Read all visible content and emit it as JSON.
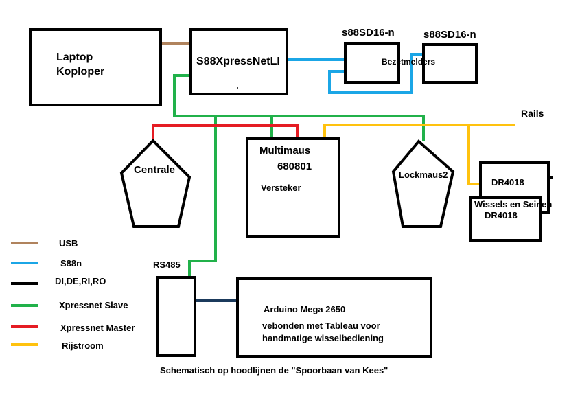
{
  "colors": {
    "usb": "#b0835d",
    "s88n": "#1ba6e6",
    "di_de_ri_ro": "#000000",
    "xpressnet_slave": "#21b14a",
    "xpressnet_master": "#e51c23",
    "rijstroom": "#ffc20e",
    "rs485_link": "#1b3a5c"
  },
  "blocks": {
    "laptop": [
      "Laptop",
      "Koploper"
    ],
    "interface": "S88XpressNetLI",
    "s88_module_1": "s88SD16-n",
    "s88_module_2": "s88SD16-n",
    "s88_caption": "Bezetmelders",
    "centrale": "Centrale",
    "multimaus": [
      "Multimaus",
      "680801"
    ],
    "versteker": "Versteker",
    "lockmaus": "Lockmaus2",
    "rails": "Rails",
    "dr4018_top": "DR4018",
    "dr4018_bottom": "DR4018",
    "wissels_caption": "Wissels en Seinen",
    "rs485": "RS485",
    "arduino": [
      "Arduino Mega 2650",
      "vebonden met Tableau voor",
      "handmatige wisselbediening"
    ]
  },
  "legend": [
    {
      "label": "USB",
      "color": "#b0835d"
    },
    {
      "label": "S88n",
      "color": "#1ba6e6"
    },
    {
      "label": "DI,DE,RI,RO",
      "color": "#000000"
    },
    {
      "label": "Xpressnet Slave",
      "color": "#21b14a"
    },
    {
      "label": "Xpressnet Master",
      "color": "#e51c23"
    },
    {
      "label": "Rijstroom",
      "color": "#ffc20e"
    }
  ],
  "caption": "Schematisch op hoodlijnen de \"Spoorbaan van Kees\""
}
